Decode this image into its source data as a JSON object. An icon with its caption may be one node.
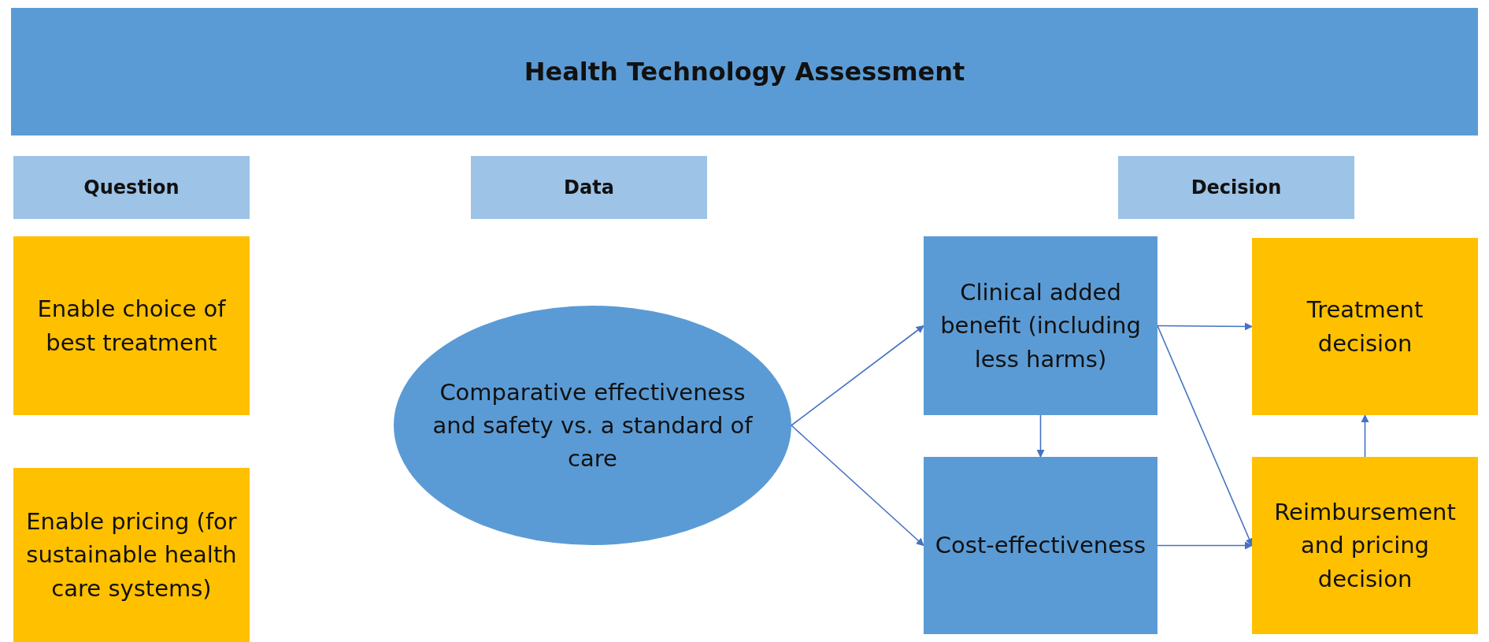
{
  "diagram": {
    "title": "Health Technology Assessment",
    "nodes": [
      {
        "text": [
          "Question"
        ]
      },
      {
        "text": [
          "Data"
        ]
      },
      {
        "text": [
          "Decision"
        ]
      },
      {
        "text": [
          "Enable choice of best treatment"
        ]
      },
      {
        "text": [
          "Enable pricing (for sustainable health care systems)"
        ]
      },
      {
        "text": [
          "Comparative effectiveness and safety vs. a standard of care"
        ]
      },
      {
        "text": [
          "Clinical added benefit (including less harms)"
        ]
      },
      {
        "text": [
          "Treatment decision"
        ]
      },
      {
        "text": [
          "Cost-effectiveness"
        ]
      },
      {
        "text": [
          "Reimbursement and pricing decision"
        ]
      }
    ],
    "edges": [
      {
        "from": 5,
        "to": 6,
        "arrow": "to"
      },
      {
        "from": 5,
        "to": 8,
        "arrow": "to"
      },
      {
        "from": 6,
        "to": 8,
        "arrow": "to"
      },
      {
        "from": 6,
        "to": 7,
        "arrow": "to"
      },
      {
        "from": 6,
        "to": 9,
        "arrow": "to"
      },
      {
        "from": 8,
        "to": 9,
        "arrow": "to"
      },
      {
        "from": 9,
        "to": 7,
        "arrow": "to"
      }
    ]
  }
}
